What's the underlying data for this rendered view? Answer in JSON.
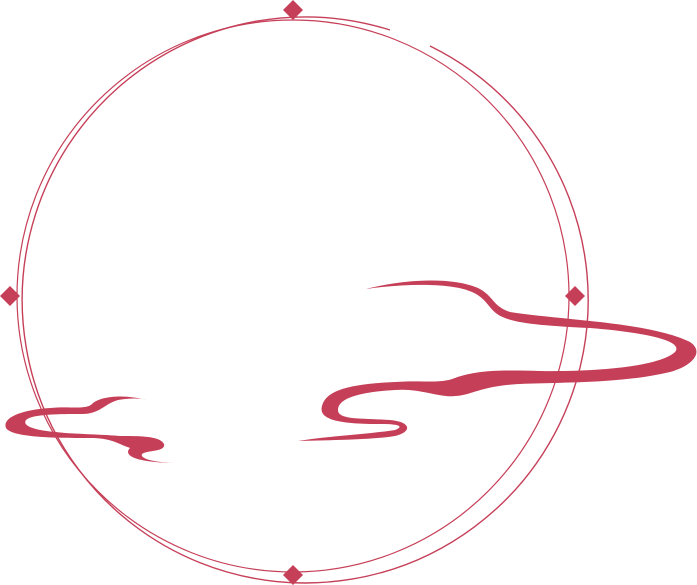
{
  "colors": {
    "accent": "#c63f58",
    "background": "#ffffff"
  },
  "decoration": {
    "frame_shape": "double-circle",
    "corner_marks": "diamond",
    "ornament": "auspicious-cloud-swirls"
  }
}
